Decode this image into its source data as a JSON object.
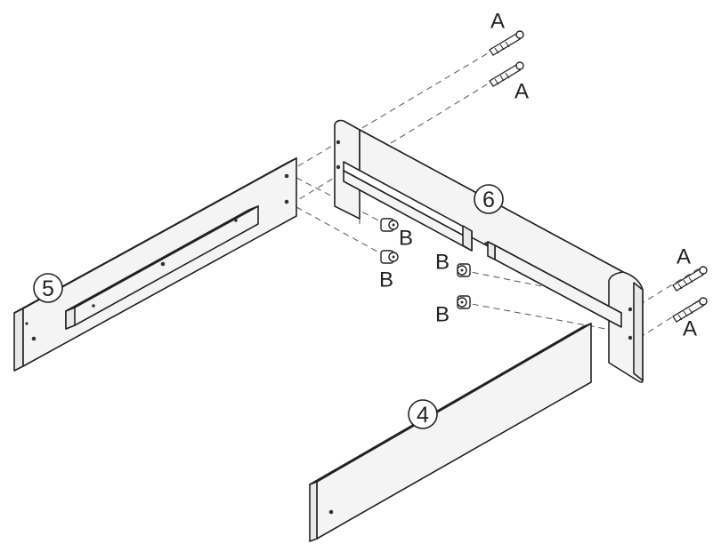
{
  "diagram": {
    "panel_labels": {
      "panel_4": "4",
      "panel_5": "5",
      "panel_6": "6"
    },
    "hardware_labels": {
      "bolt": "A",
      "barrel_nut": "B"
    }
  }
}
